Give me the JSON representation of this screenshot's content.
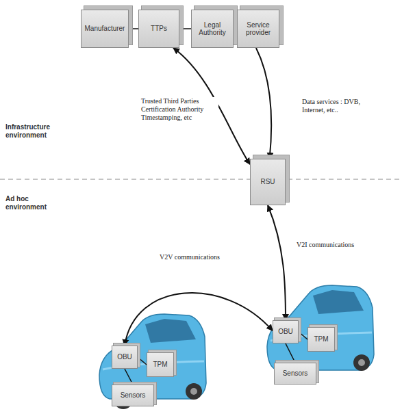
{
  "diagram": {
    "nodes": [
      {
        "text": [
          "Manufacturer"
        ]
      },
      {
        "text": [
          "TTPs"
        ]
      },
      {
        "text": [
          "Legal Authority"
        ]
      },
      {
        "text": [
          "Service provider"
        ]
      },
      {
        "text": [
          "RSU"
        ]
      },
      {
        "text": [
          "OBU"
        ]
      },
      {
        "text": [
          "TPM"
        ]
      },
      {
        "text": [
          "Sensors"
        ]
      },
      {
        "text": [
          "OBU"
        ]
      },
      {
        "text": [
          "TPM"
        ]
      },
      {
        "text": [
          "Sensors"
        ]
      }
    ],
    "edges": [
      {
        "from": 0,
        "to": 1,
        "arrow": "none"
      },
      {
        "from": 1,
        "to": 2,
        "arrow": "none"
      },
      {
        "from": 1,
        "to": 4,
        "arrow": "both",
        "label": "Trusted Third Parties Certification Authority Timestamping, etc"
      },
      {
        "from": 3,
        "to": 4,
        "arrow": "to",
        "label": "Data services : DVB, Internet, etc.."
      },
      {
        "from": 4,
        "to": 8,
        "arrow": "both",
        "label": "V2I communications"
      },
      {
        "from": 5,
        "to": 8,
        "arrow": "both",
        "label": "V2V communications"
      },
      {
        "from": 5,
        "to": 6,
        "arrow": "none"
      },
      {
        "from": 5,
        "to": 7,
        "arrow": "none"
      },
      {
        "from": 8,
        "to": 9,
        "arrow": "none"
      },
      {
        "from": 8,
        "to": 10,
        "arrow": "none"
      }
    ],
    "labels": [
      "Infrastructure environment",
      "Ad hoc environment"
    ]
  }
}
